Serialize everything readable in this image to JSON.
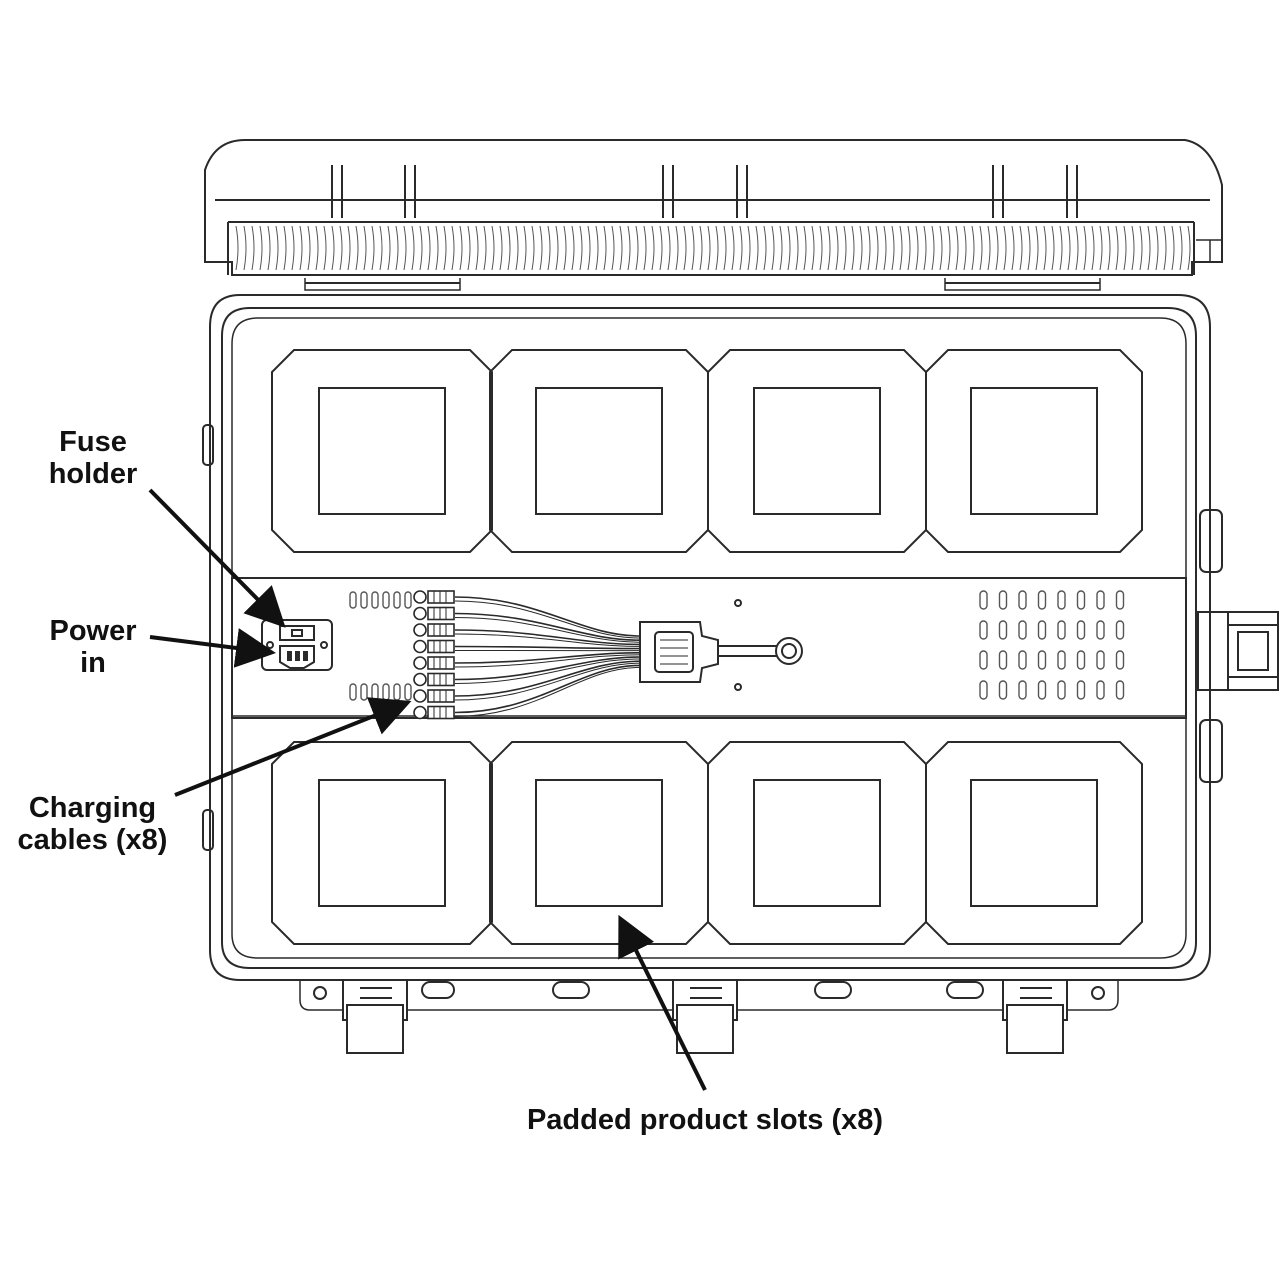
{
  "labels": {
    "fuse_holder": [
      "Fuse",
      "holder"
    ],
    "power_in": [
      "Power",
      "in"
    ],
    "charging_cables": [
      "Charging",
      "cables (x8)"
    ],
    "padded_slots": "Padded product slots (x8)"
  },
  "colors": {
    "line": "#2a2a2a",
    "fill": "#ffffff",
    "vent": "#555555"
  },
  "counts": {
    "product_slots": 8,
    "charging_cables": 8
  }
}
